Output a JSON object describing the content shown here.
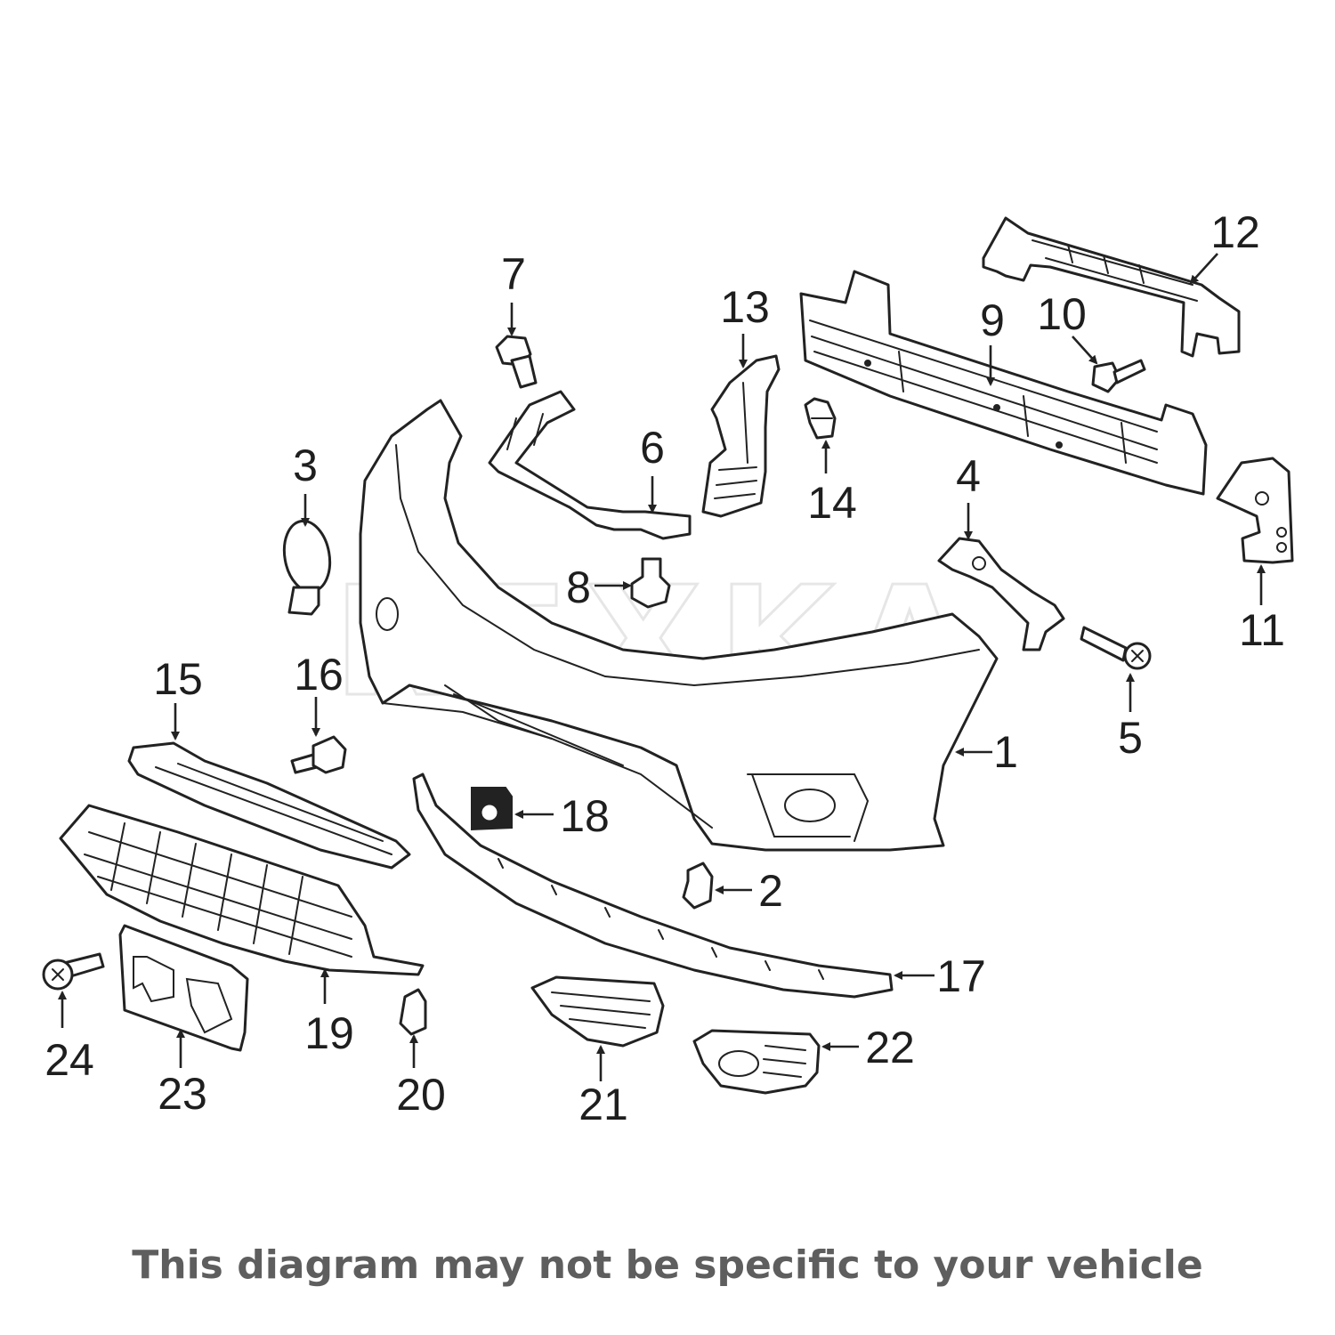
{
  "watermark": "REXKA",
  "callouts": [
    {
      "id": "1",
      "label": "1"
    },
    {
      "id": "2",
      "label": "2"
    },
    {
      "id": "3",
      "label": "3"
    },
    {
      "id": "4",
      "label": "4"
    },
    {
      "id": "5",
      "label": "5"
    },
    {
      "id": "6",
      "label": "6"
    },
    {
      "id": "7",
      "label": "7"
    },
    {
      "id": "8",
      "label": "8"
    },
    {
      "id": "9",
      "label": "9"
    },
    {
      "id": "10",
      "label": "10"
    },
    {
      "id": "11",
      "label": "11"
    },
    {
      "id": "12",
      "label": "12"
    },
    {
      "id": "13",
      "label": "13"
    },
    {
      "id": "14",
      "label": "14"
    },
    {
      "id": "15",
      "label": "15"
    },
    {
      "id": "16",
      "label": "16"
    },
    {
      "id": "17",
      "label": "17"
    },
    {
      "id": "18",
      "label": "18"
    },
    {
      "id": "19",
      "label": "19"
    },
    {
      "id": "20",
      "label": "20"
    },
    {
      "id": "21",
      "label": "21"
    },
    {
      "id": "22",
      "label": "22"
    },
    {
      "id": "23",
      "label": "23"
    },
    {
      "id": "24",
      "label": "24"
    }
  ],
  "disclaimer": "This diagram may not be specific to your vehicle"
}
